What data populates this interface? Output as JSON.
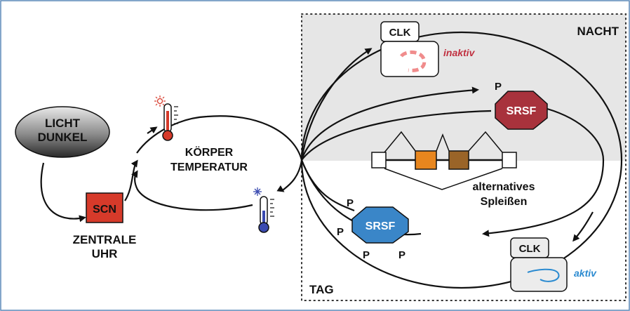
{
  "labels": {
    "licht": "LICHT",
    "dunkel": "DUNKEL",
    "scn": "SCN",
    "zentrale": "ZENTRALE",
    "uhr": "UHR",
    "koerper": "KÖRPER",
    "temperatur": "TEMPERATUR",
    "nacht": "NACHT",
    "tag": "TAG",
    "clk_top": "CLK",
    "clk_bottom": "CLK",
    "inaktiv": "inaktiv",
    "aktiv": "aktiv",
    "srsf_top": "SRSF",
    "srsf_bottom": "SRSF",
    "phospho": "P",
    "alternatives": "alternatives",
    "spleissen": "Spleißen"
  },
  "colors": {
    "frame": "#5a88b8",
    "night_bg": "#e6e6e6",
    "scn": "#d63a2a",
    "srsf_top": "#a8323c",
    "srsf_bottom": "#3a86c8",
    "exon_orange": "#e8861e",
    "exon_brown": "#9a6428",
    "inaktiv": "#c03040",
    "inaktiv_ring": "#f08c8c",
    "aktiv": "#2a8ad0",
    "thermo_hot": "#d63a2a",
    "thermo_cold": "#3a4ab0"
  },
  "icons": [
    "thermometer-hot-icon",
    "thermometer-cold-icon",
    "sun-icon",
    "snowflake-icon"
  ]
}
